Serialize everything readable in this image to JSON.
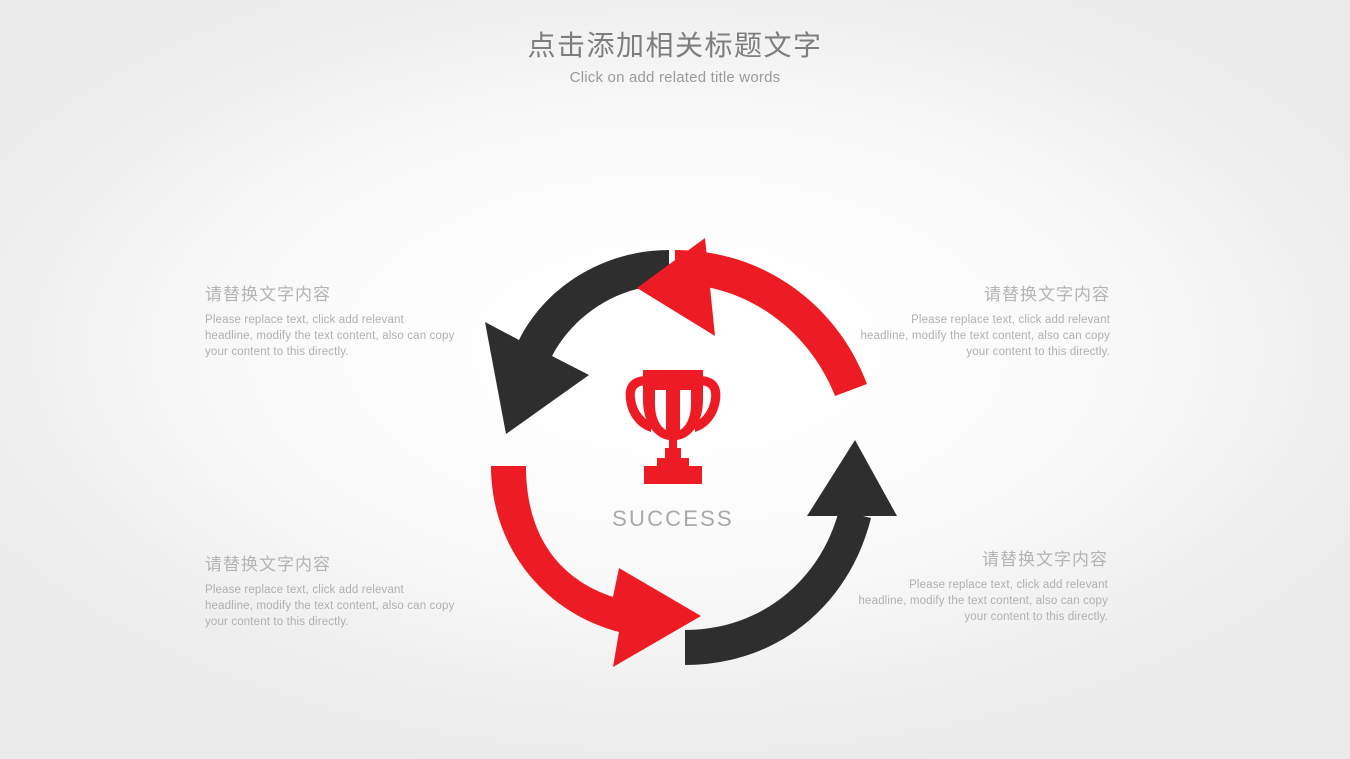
{
  "title": {
    "cn": "点击添加相关标题文字",
    "en": "Click on add related title words"
  },
  "center": {
    "icon": "trophy-icon",
    "label": "SUCCESS"
  },
  "colors": {
    "red": "#ED1C24",
    "dark": "#2e2e2e",
    "title_gray": "#7e7e7e",
    "body_gray": "#b0b0b0",
    "heading_gray": "#b4b4b4",
    "background": "#ededed"
  },
  "blocks": [
    {
      "id": "top-left",
      "align": "left",
      "heading": "请替换文字内容",
      "body": "Please replace text, click add relevant headline, modify the text content, also can copy your content to this directly."
    },
    {
      "id": "top-right",
      "align": "right",
      "heading": "请替换文字内容",
      "body": "Please replace text, click add relevant headline, modify the text content, also can copy your content to this directly."
    },
    {
      "id": "bottom-left",
      "align": "left",
      "heading": "请替换文字内容",
      "body": "Please replace text, click add relevant headline, modify the text content, also can copy your content to this directly."
    },
    {
      "id": "bottom-right",
      "align": "right",
      "heading": "请替换文字内容",
      "body": "Please replace text, click add relevant headline, modify the text content, also can copy your content to this directly."
    }
  ],
  "arrows": [
    {
      "id": "arrow-top-left",
      "color": "#2e2e2e",
      "direction": "counter-clockwise-down-left"
    },
    {
      "id": "arrow-top-right",
      "color": "#ED1C24",
      "direction": "counter-clockwise-up-left"
    },
    {
      "id": "arrow-bottom-left",
      "color": "#ED1C24",
      "direction": "counter-clockwise-down-right"
    },
    {
      "id": "arrow-bottom-right",
      "color": "#2e2e2e",
      "direction": "counter-clockwise-up-right"
    }
  ]
}
